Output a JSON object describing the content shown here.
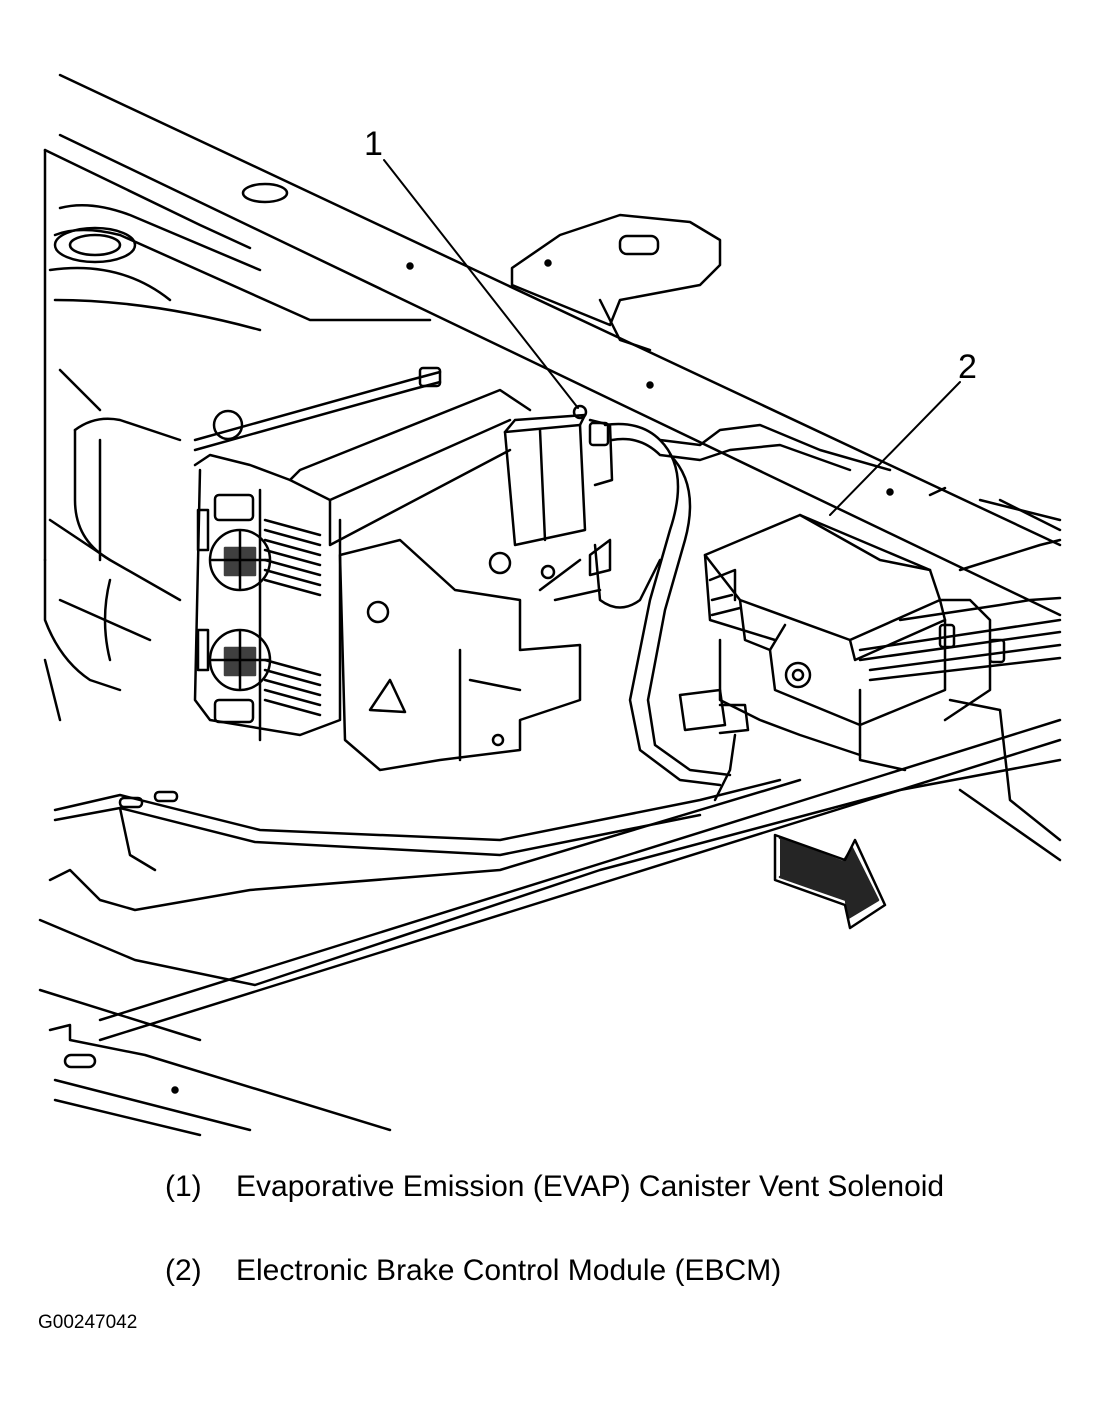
{
  "callouts": [
    {
      "number": "1",
      "component": "Evaporative Emission (EVAP) Canister Vent Solenoid"
    },
    {
      "number": "2",
      "component": "Electronic Brake Control Module (EBCM)"
    }
  ],
  "legend": [
    {
      "number": "(1)",
      "text": "Evaporative Emission (EVAP) Canister Vent Solenoid"
    },
    {
      "number": "(2)",
      "text": "Electronic Brake Control Module (EBCM)"
    }
  ],
  "figure_id": "G00247042",
  "direction_arrow_icon": "arrow-forward-icon",
  "colors": {
    "line": "#000000",
    "background": "#ffffff"
  }
}
